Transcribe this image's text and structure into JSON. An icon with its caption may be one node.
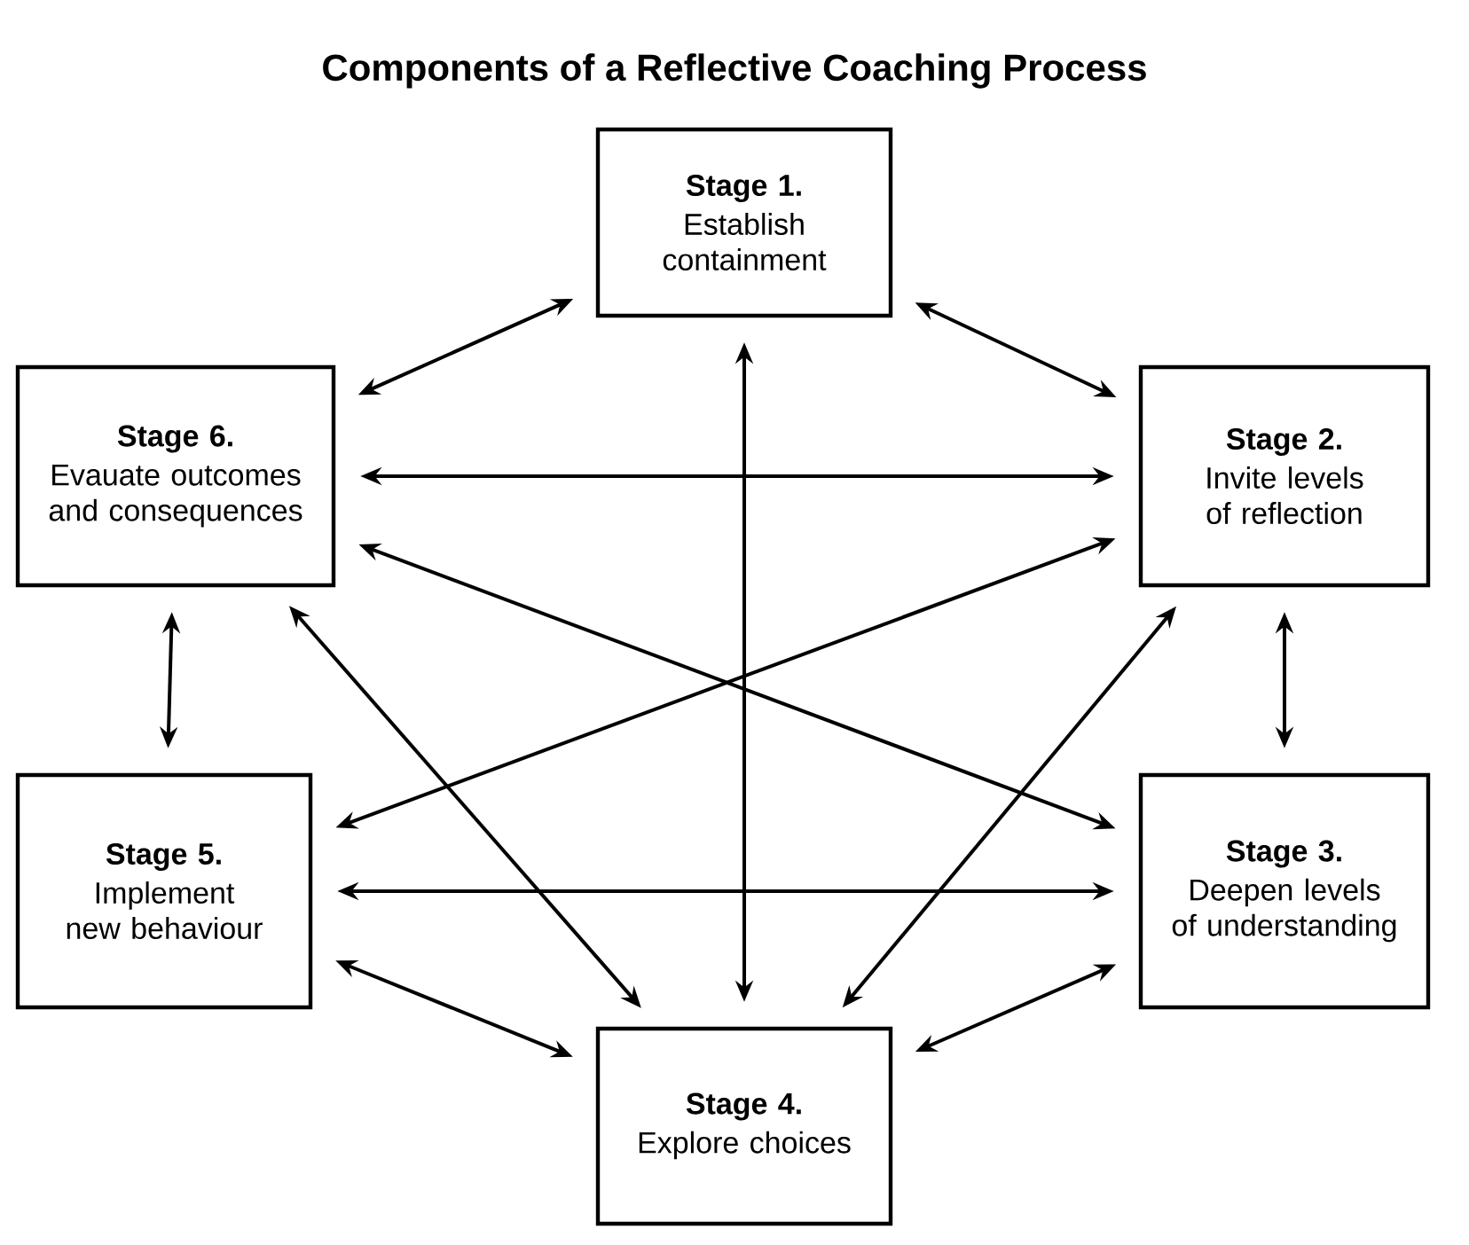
{
  "diagram": {
    "title": "Components of a Reflective Coaching Process",
    "nodes": [
      {
        "text": [
          "Stage 1.",
          "Establish containment"
        ]
      },
      {
        "text": [
          "Stage 2.",
          "Invite levels of reflection"
        ]
      },
      {
        "text": [
          "Stage 3.",
          "Deepen levels of understanding"
        ]
      },
      {
        "text": [
          "Stage 4.",
          "Explore choices"
        ]
      },
      {
        "text": [
          "Stage 5.",
          "Implement new behaviour"
        ]
      },
      {
        "text": [
          "Stage 6.",
          "Evauate outcomes and consequences"
        ]
      }
    ],
    "edges": [
      {
        "from": 0,
        "to": 1,
        "arrow": "both"
      },
      {
        "from": 0,
        "to": 5,
        "arrow": "both"
      },
      {
        "from": 0,
        "to": 3,
        "arrow": "both"
      },
      {
        "from": 5,
        "to": 1,
        "arrow": "both"
      },
      {
        "from": 1,
        "to": 2,
        "arrow": "both"
      },
      {
        "from": 5,
        "to": 4,
        "arrow": "both"
      },
      {
        "from": 5,
        "to": 2,
        "arrow": "both"
      },
      {
        "from": 4,
        "to": 1,
        "arrow": "both"
      },
      {
        "from": 4,
        "to": 2,
        "arrow": "both"
      },
      {
        "from": 5,
        "to": 3,
        "arrow": "both"
      },
      {
        "from": 1,
        "to": 3,
        "arrow": "both"
      },
      {
        "from": 4,
        "to": 3,
        "arrow": "both"
      },
      {
        "from": 2,
        "to": 3,
        "arrow": "both"
      }
    ]
  }
}
